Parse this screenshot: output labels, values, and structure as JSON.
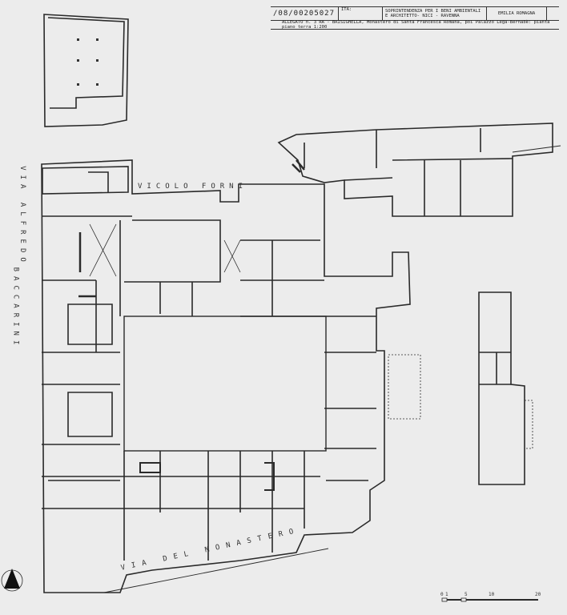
{
  "title_block": {
    "inventory_number": "/08/00205027",
    "ita_label": "ITA:",
    "authority": "SOPRINTENDENZA PER I BENI AMBIENTALI E ARCHITETTO- NICI - RAVENNA",
    "region": "EMILIA ROMAGNA",
    "caption": "ALLEGATO n. 3 RA - BRISIGHELLA, Monastero di Santa Francesca Romana, poi Palazzo Lega-Bernabè: pianta piano terra 1:200"
  },
  "streets": {
    "via_alfredo": "VIA ALFREDO",
    "baccarini": "BACCARINI",
    "vicolo_forni": "VICOLO FORNI",
    "via_del_monastero": "VIA DEL MONASTERO"
  },
  "scale_bar": {
    "ticks": [
      "0",
      "1",
      "5",
      "10",
      "20"
    ]
  },
  "north_arrow": "north-arrow-icon"
}
